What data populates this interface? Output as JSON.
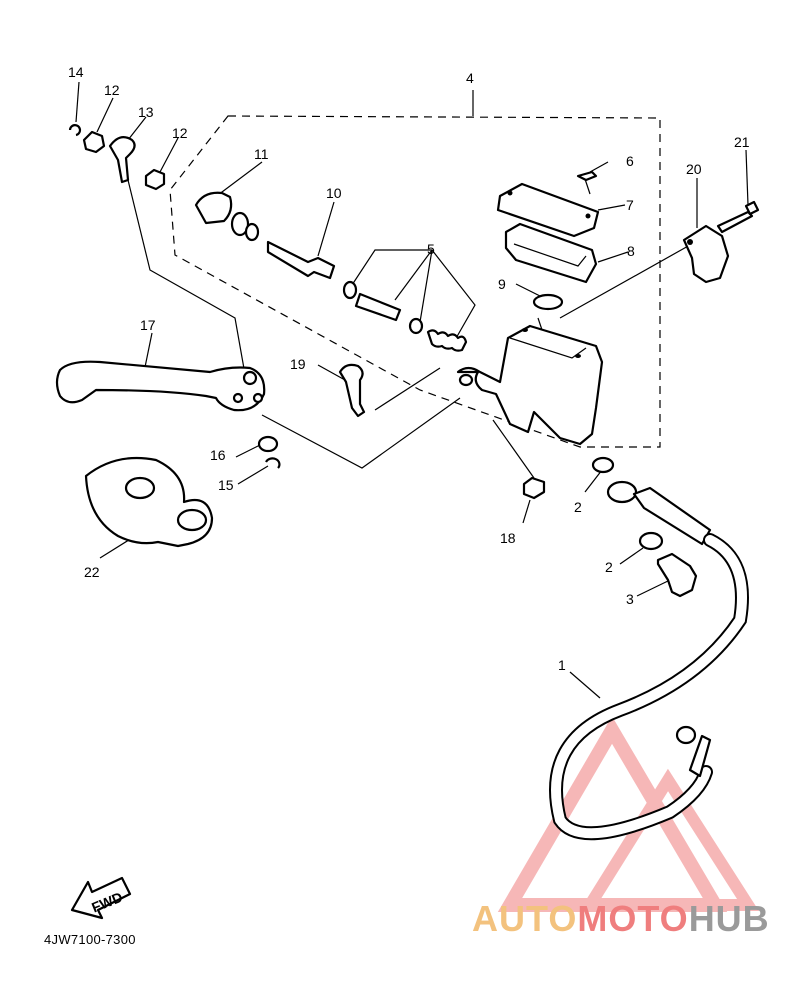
{
  "colors": {
    "line": "#000000",
    "watermark_orange": "#f3c27e",
    "watermark_red": "#ef7e7e",
    "watermark_gray": "#9a9a9a"
  },
  "callouts": [
    "14",
    "12",
    "13",
    "12",
    "11",
    "10",
    "4",
    "5",
    "9",
    "6",
    "7",
    "8",
    "20",
    "21",
    "17",
    "19",
    "16",
    "15",
    "22",
    "2",
    "18",
    "2",
    "3",
    "1"
  ],
  "fwd_label": "FWD",
  "drawing_code": "4JW7100-7300",
  "watermark": {
    "part1": "AUTO",
    "part2": "MOTO",
    "part3": "HUB"
  }
}
